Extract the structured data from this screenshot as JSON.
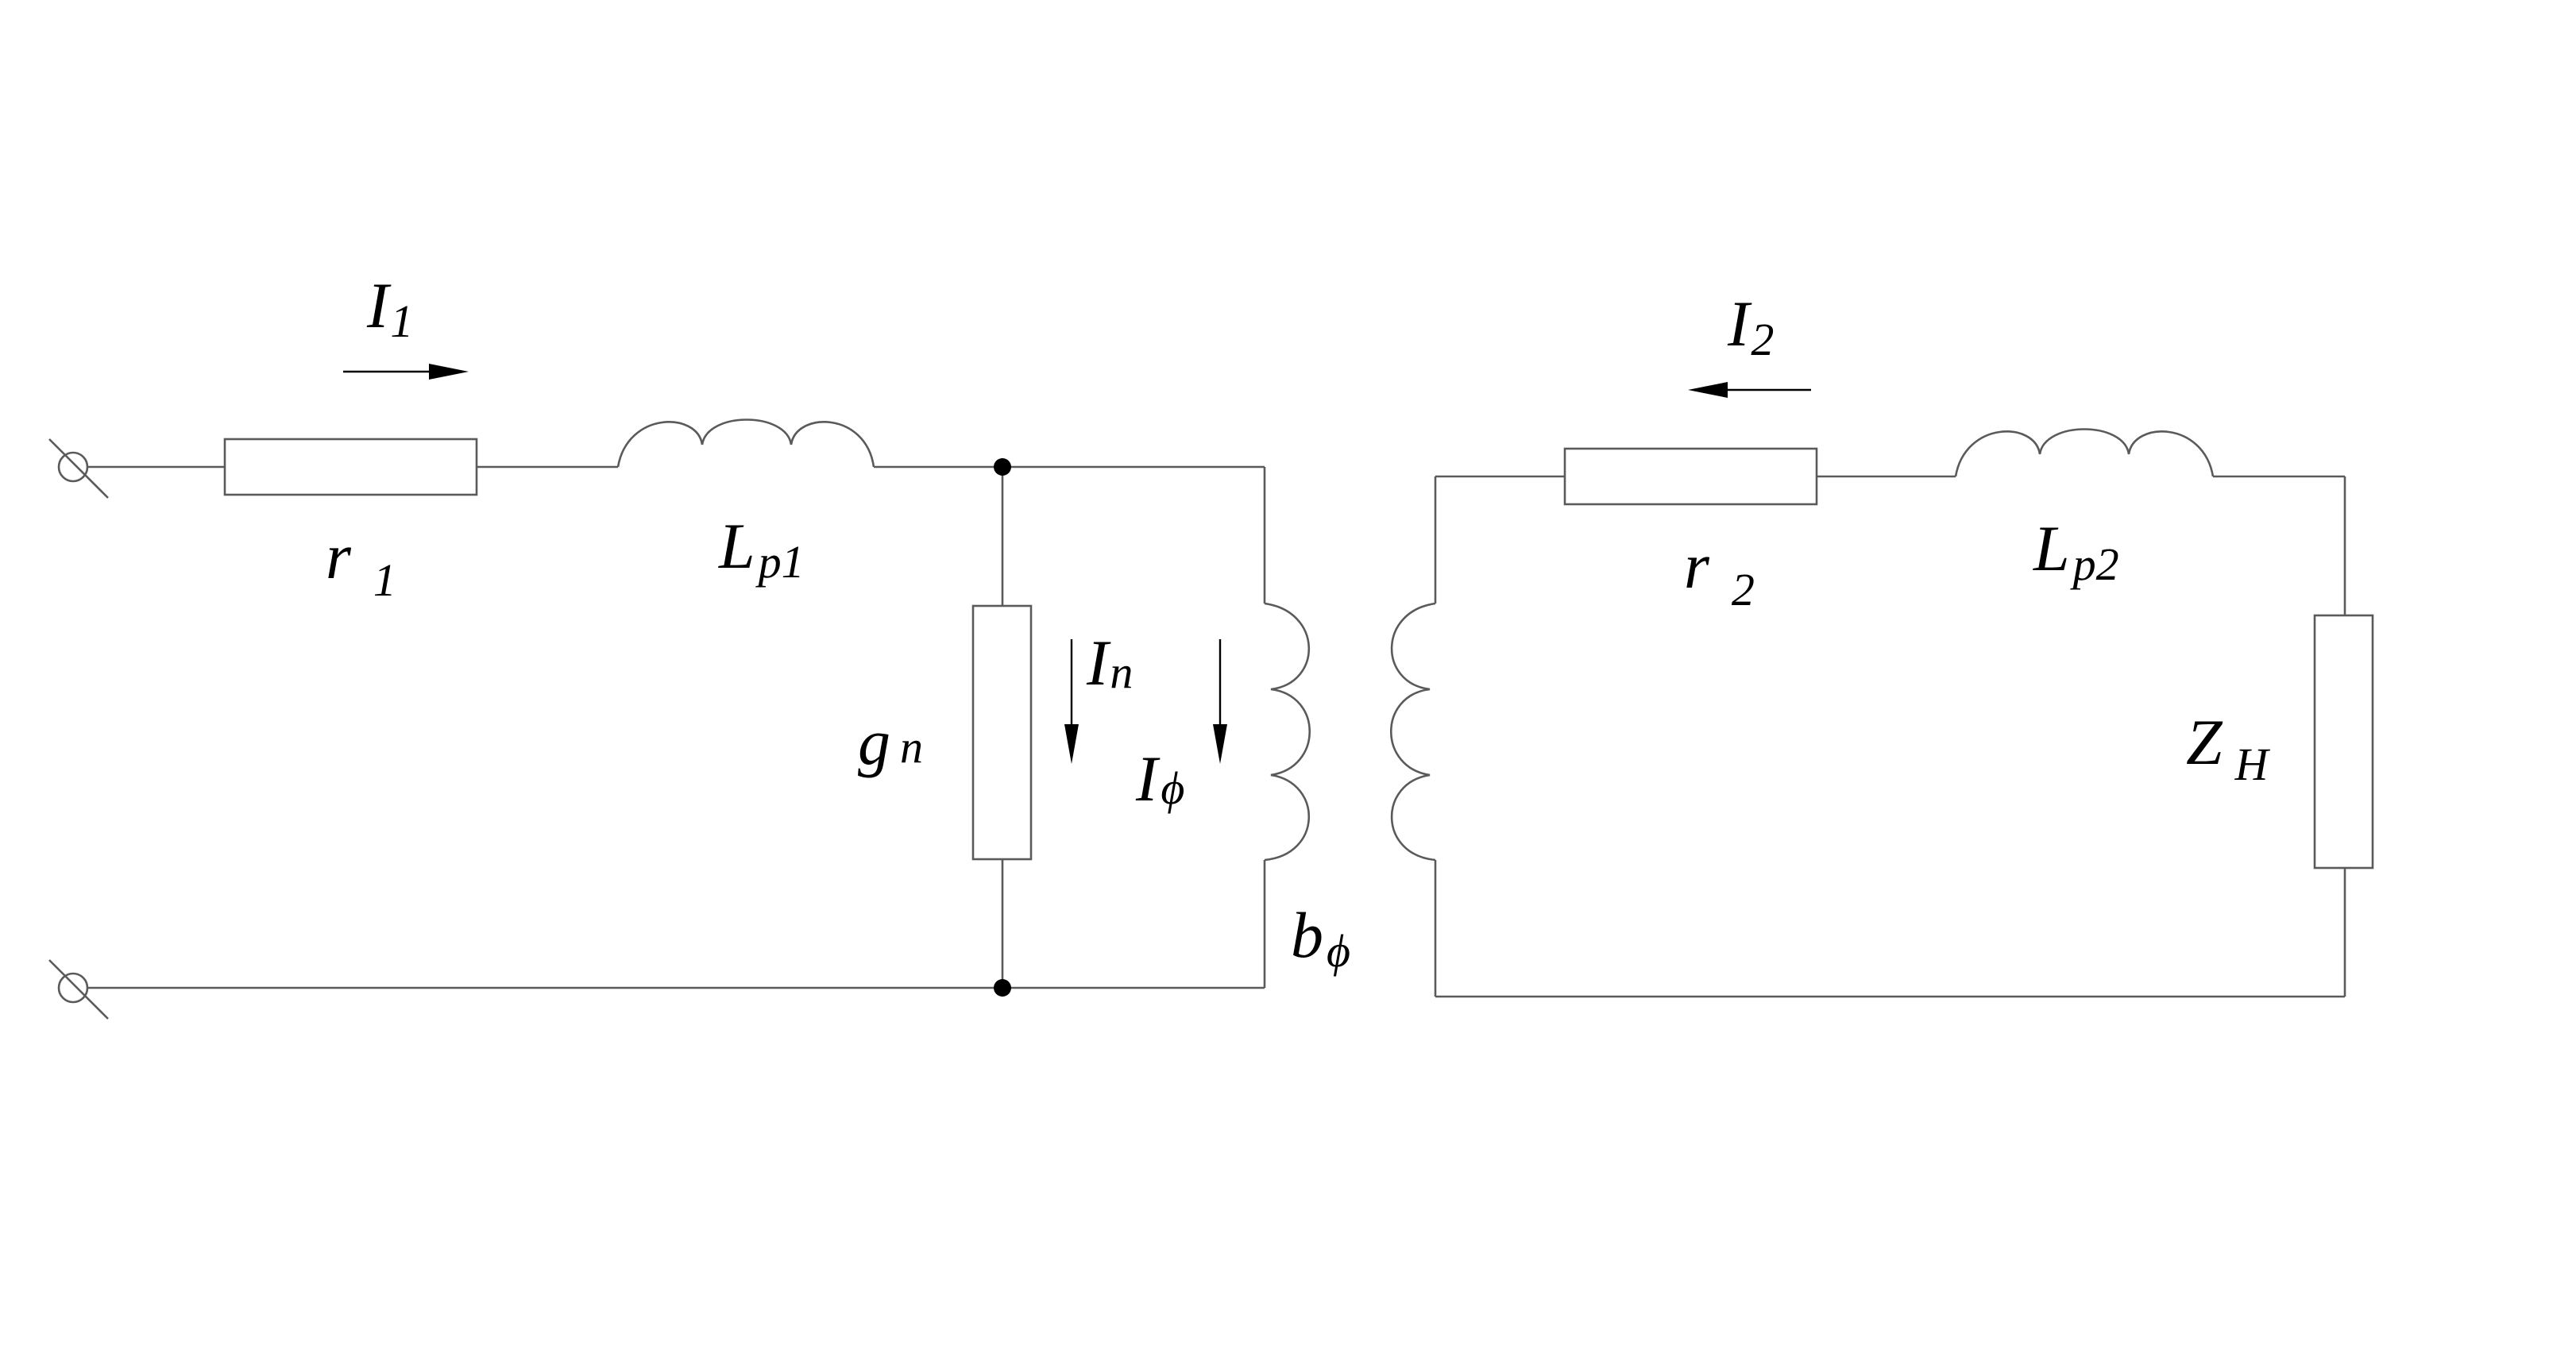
{
  "labels": {
    "i1": {
      "main": "I",
      "sub": "1"
    },
    "i2": {
      "main": "I",
      "sub": "2"
    },
    "r1": {
      "main": "r",
      "sub": "1"
    },
    "lp1": {
      "main": "L",
      "sub": "p1"
    },
    "r2": {
      "main": "r",
      "sub": "2"
    },
    "lp2": {
      "main": "L",
      "sub": "p2"
    },
    "gn": {
      "main": "g",
      "sub": "n"
    },
    "in": {
      "main": "I",
      "sub": "n"
    },
    "iphi": {
      "main": "I",
      "sub": "ϕ"
    },
    "bphi": {
      "main": "b",
      "sub": "ϕ"
    },
    "zh": {
      "main": "Z",
      "sub": "H"
    }
  }
}
